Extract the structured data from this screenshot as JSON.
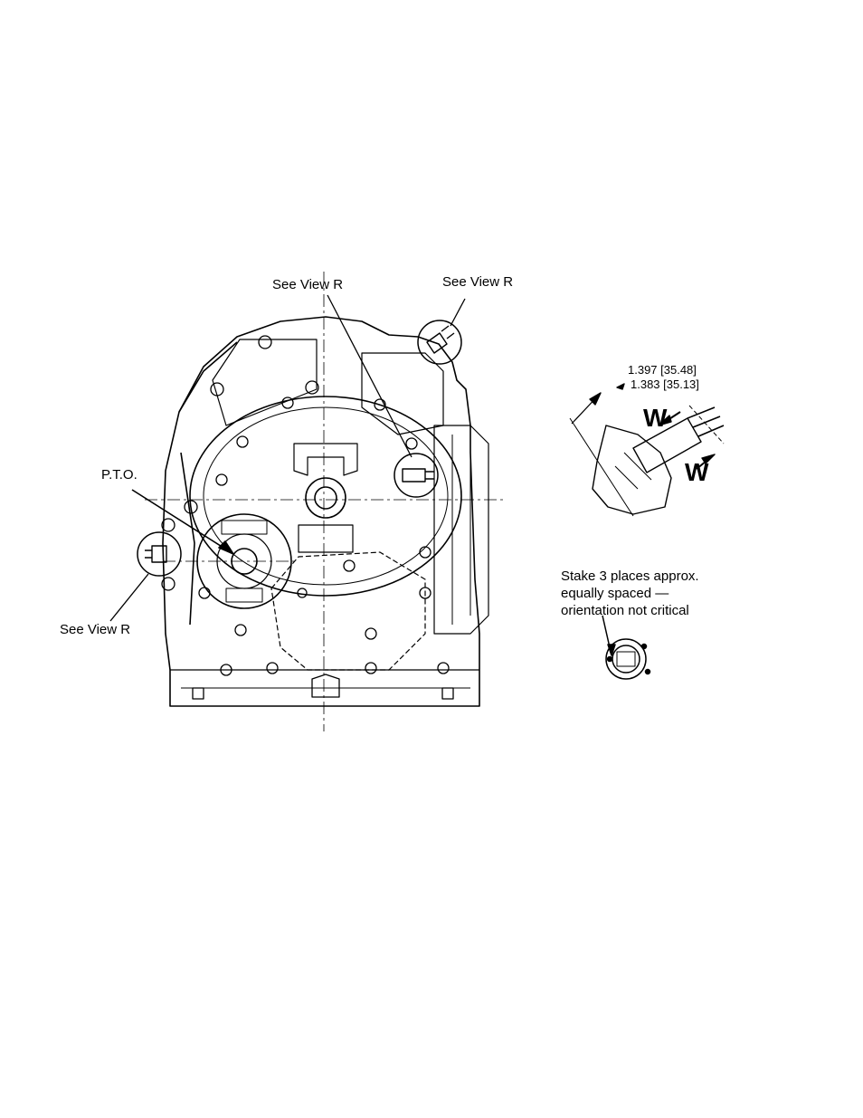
{
  "labels": {
    "see_view_r_top": "See View R",
    "see_view_r_top_right": "See View R",
    "see_view_r_left": "See View R",
    "pto": "P.T.O."
  },
  "detail": {
    "dim_max": "1.397 [35.48]",
    "dim_min": "1.383 [35.13]",
    "w_upper": "W",
    "w_lower": "W"
  },
  "stake_note": {
    "line1": "Stake 3 places approx.",
    "line2": "equally spaced —",
    "line3": "orientation not critical"
  }
}
